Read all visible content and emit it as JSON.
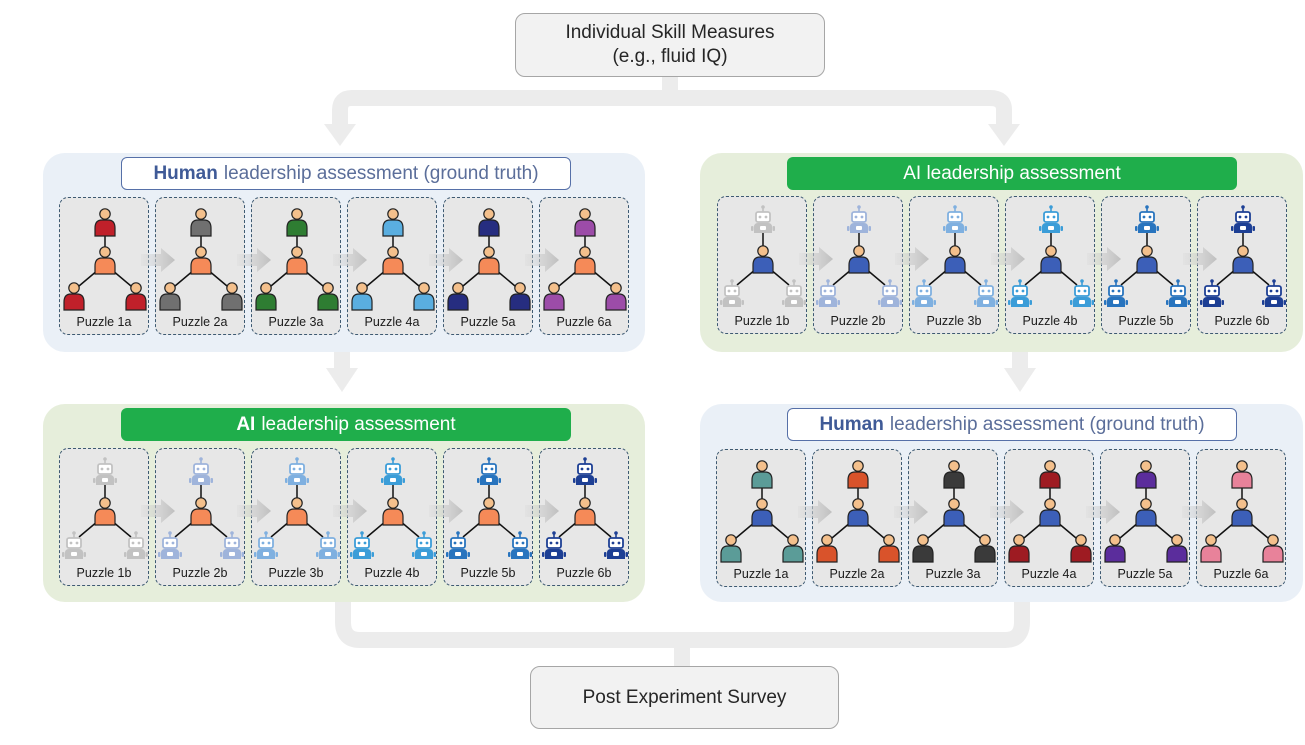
{
  "top_box": {
    "line1": "Individual Skill Measures",
    "line2": "(e.g., fluid IQ)"
  },
  "bottom_box": {
    "label": "Post Experiment Survey"
  },
  "colors": {
    "center_human": "#f58a58",
    "center_blue": "#3c5fb8",
    "skin": "#f4c08c",
    "panel_human": "#eaf0f7",
    "panel_ai": "#e6eedb",
    "title_ai": "#1fae4b",
    "title_human_border": "#5670a8"
  },
  "panels": [
    {
      "kind": "human",
      "title_bold": "Human",
      "title_rest": "leadership assessment (ground truth)",
      "center": "human",
      "puzzles": [
        {
          "label": "Puzzle 1a",
          "member": "human",
          "color": "#c0202a"
        },
        {
          "label": "Puzzle 2a",
          "member": "human",
          "color": "#707070"
        },
        {
          "label": "Puzzle 3a",
          "member": "human",
          "color": "#2e7d32"
        },
        {
          "label": "Puzzle 4a",
          "member": "human",
          "color": "#5aaee0"
        },
        {
          "label": "Puzzle 5a",
          "member": "human",
          "color": "#262d80"
        },
        {
          "label": "Puzzle 6a",
          "member": "human",
          "color": "#9c4ca8"
        }
      ]
    },
    {
      "kind": "ai",
      "title_bold": "",
      "title_rest": "AI leadership assessment",
      "center": "blue",
      "puzzles": [
        {
          "label": "Puzzle 1b",
          "member": "robot",
          "color": "#c2c2c2"
        },
        {
          "label": "Puzzle 2b",
          "member": "robot",
          "color": "#9fb4db"
        },
        {
          "label": "Puzzle 3b",
          "member": "robot",
          "color": "#7fb0e0"
        },
        {
          "label": "Puzzle 4b",
          "member": "robot",
          "color": "#3b9dd8"
        },
        {
          "label": "Puzzle 5b",
          "member": "robot",
          "color": "#2874be"
        },
        {
          "label": "Puzzle 6b",
          "member": "robot",
          "color": "#1d3f94"
        }
      ]
    },
    {
      "kind": "ai",
      "title_bold": "AI",
      "title_rest": "leadership assessment",
      "center": "human",
      "puzzles": [
        {
          "label": "Puzzle 1b",
          "member": "robot",
          "color": "#c2c2c2"
        },
        {
          "label": "Puzzle 2b",
          "member": "robot",
          "color": "#9fb4db"
        },
        {
          "label": "Puzzle 3b",
          "member": "robot",
          "color": "#7fb0e0"
        },
        {
          "label": "Puzzle 4b",
          "member": "robot",
          "color": "#3b9dd8"
        },
        {
          "label": "Puzzle 5b",
          "member": "robot",
          "color": "#2874be"
        },
        {
          "label": "Puzzle 6b",
          "member": "robot",
          "color": "#1d3f94"
        }
      ]
    },
    {
      "kind": "human",
      "title_bold": "Human",
      "title_rest": "leadership assessment (ground truth)",
      "center": "blue",
      "puzzles": [
        {
          "label": "Puzzle 1a",
          "member": "human",
          "color": "#5b9c98"
        },
        {
          "label": "Puzzle 2a",
          "member": "human",
          "color": "#d9532b"
        },
        {
          "label": "Puzzle 3a",
          "member": "human",
          "color": "#3a3a3a"
        },
        {
          "label": "Puzzle 4a",
          "member": "human",
          "color": "#9e1b22"
        },
        {
          "label": "Puzzle 5a",
          "member": "human",
          "color": "#5b2d9c"
        },
        {
          "label": "Puzzle 6a",
          "member": "human",
          "color": "#e8829a"
        }
      ]
    }
  ]
}
